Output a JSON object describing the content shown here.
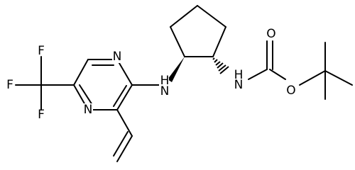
{
  "structure": {
    "atoms": [
      {
        "id": "f1",
        "symbol": "F"
      },
      {
        "id": "f2",
        "symbol": "F"
      },
      {
        "id": "f3",
        "symbol": "F"
      },
      {
        "id": "n_pz_top",
        "symbol": "N"
      },
      {
        "id": "n_pz_bottom",
        "symbol": "N"
      },
      {
        "id": "nh_amine",
        "symbol": "N",
        "hydrogen": "H"
      },
      {
        "id": "nh_carbamate",
        "symbol": "N",
        "hydrogen": "H"
      },
      {
        "id": "o_carbonyl",
        "symbol": "O"
      },
      {
        "id": "o_ester",
        "symbol": "O"
      }
    ],
    "labels": {
      "f1": "F",
      "f2": "F",
      "f3": "F",
      "n_pz_top": "N",
      "n_pz_bottom": "N",
      "nh_amine": "H",
      "nh_amine_n": "N",
      "nh_carbamate": "H",
      "nh_carbamate_n": "N",
      "o_carbonyl": "O",
      "o_ester": "O"
    },
    "stereo": {
      "cyclopentane_c1": "wedge-hash",
      "cyclopentane_c2": "wedge-hash"
    }
  }
}
